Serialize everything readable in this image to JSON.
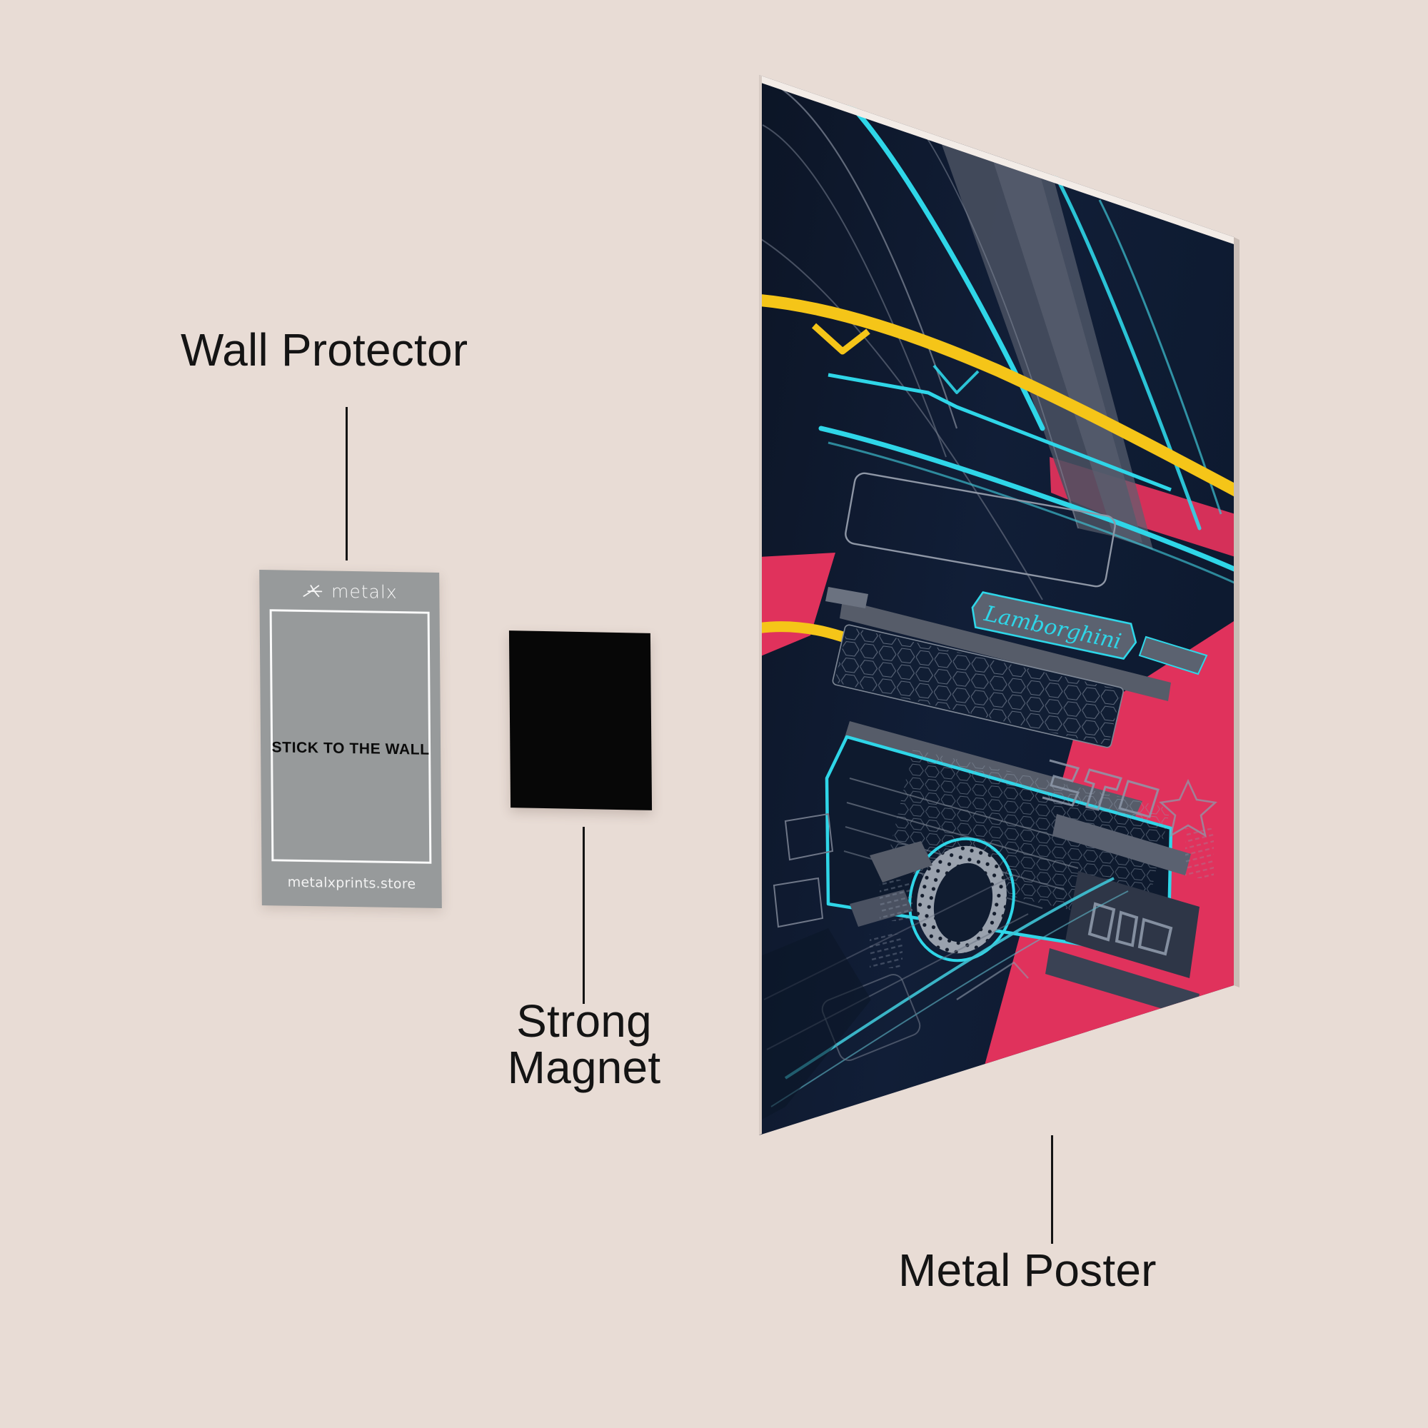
{
  "scene": {
    "background_color": "#E8DCD5",
    "type": "product-infographic"
  },
  "callouts": [
    {
      "id": "wall-protector",
      "label": "Wall Protector"
    },
    {
      "id": "strong-magnet",
      "label": "Strong\nMagnet"
    },
    {
      "id": "metal-poster",
      "label": "Metal Poster"
    }
  ],
  "wall_protector": {
    "logo_text": "metalx",
    "logo_mark": "metalx-x-icon",
    "center_text": "STICK TO THE WALL",
    "footer_text": "metalxprints.store",
    "card_color": "#979A9B",
    "frame_color": "#FAFAFA",
    "center_text_color": "#0B0B0B"
  },
  "magnet": {
    "color": "#070707",
    "shape": "rounded-rectangle"
  },
  "poster": {
    "subject": "Lamborghini front end line art",
    "badge_text": "Lamborghini",
    "colors": {
      "navy": "#101E36",
      "navy_dark": "#0B1627",
      "crimson": "#E0325C",
      "cyan": "#2FD6E8",
      "cyan_soft": "#4FC9DC",
      "yellow": "#F5C518",
      "gray_panel": "#565C69",
      "gray_light": "#7A808C",
      "edge": "#F3ECE7"
    }
  }
}
